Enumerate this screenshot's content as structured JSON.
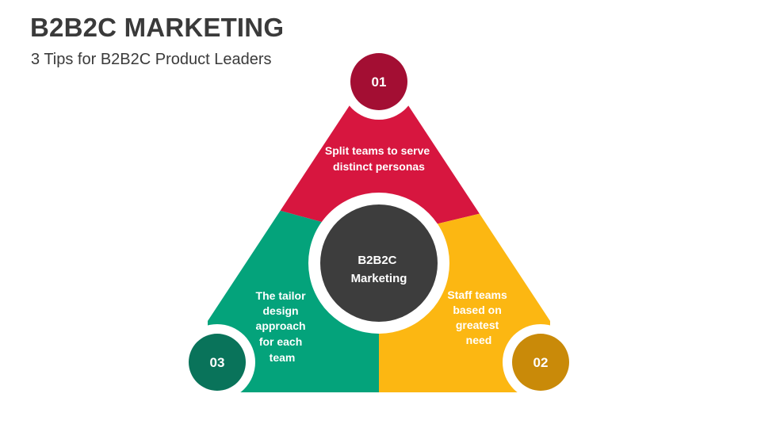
{
  "header": {
    "title": "B2B2C MARKETING",
    "subtitle": "3 Tips for B2B2C Product Leaders"
  },
  "center": {
    "lines": [
      "B2B2C",
      "Marketing"
    ],
    "color": "#3d3d3d"
  },
  "segments": [
    {
      "badge": "01",
      "lines": [
        "Split teams to serve",
        "distinct personas"
      ],
      "color": "#d7163f",
      "badge_color": "#a30e33"
    },
    {
      "badge": "02",
      "lines": [
        "Staff teams",
        "based on",
        "greatest",
        "need"
      ],
      "color": "#fcb712",
      "badge_color": "#c98a09"
    },
    {
      "badge": "03",
      "lines": [
        "The tailor",
        "design",
        "approach",
        "for each",
        "team"
      ],
      "color": "#04a37b",
      "badge_color": "#09735a"
    }
  ]
}
